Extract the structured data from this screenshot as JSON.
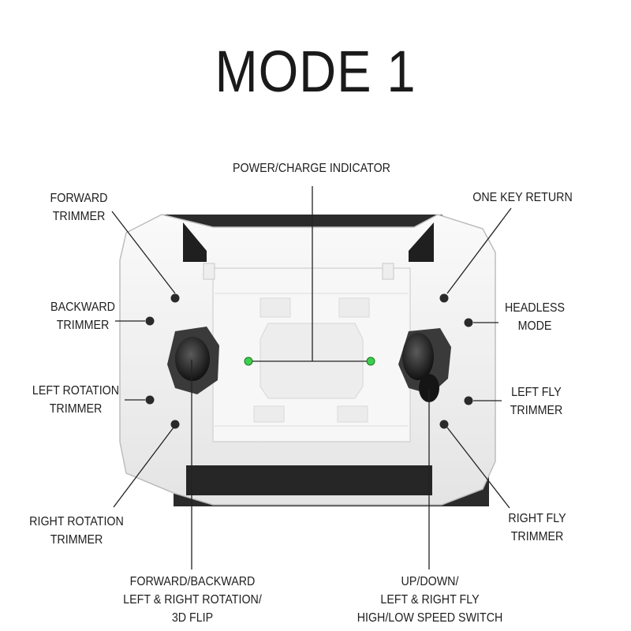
{
  "title": "MODE 1",
  "labels": {
    "power_charge_indicator": "POWER/CHARGE INDICATOR",
    "forward_trimmer": "FORWARD\nTRIMMER",
    "backward_trimmer": "BACKWARD\nTRIMMER",
    "left_rotation_trimmer": "LEFT ROTATION\nTRIMMER",
    "right_rotation_trimmer": "RIGHT ROTATION\nTRIMMER",
    "one_key_return": "ONE KEY RETURN",
    "headless_mode": "HEADLESS\nMODE",
    "left_fly_trimmer": "LEFT FLY\nTRIMMER",
    "right_fly_trimmer": "RIGHT FLY\nTRIMMER",
    "left_stick": "FORWARD/BACKWARD\nLEFT & RIGHT ROTATION/\n3D FLIP",
    "right_stick": "UP/DOWN/\nLEFT & RIGHT FLY\nHIGH/LOW SPEED SWITCH"
  },
  "colors": {
    "body": "#f2f2f2",
    "grip": "#2b2b2b",
    "indicator": "#3ccf4e",
    "leader": "#222222"
  }
}
